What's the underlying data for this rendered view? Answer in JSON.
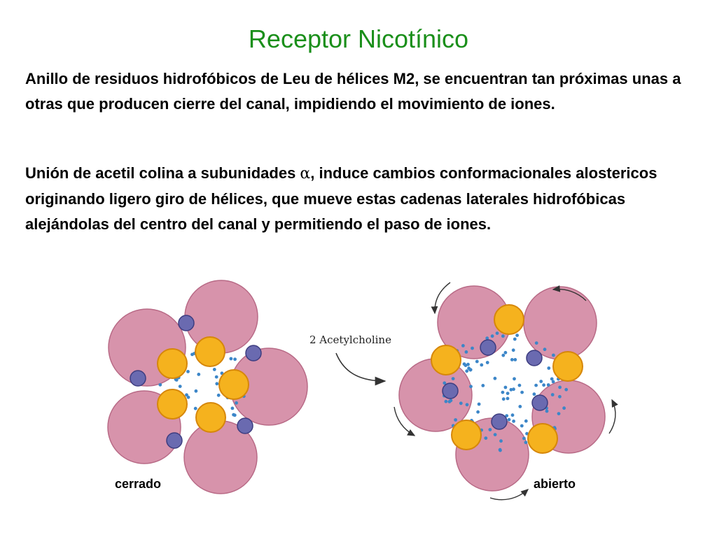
{
  "slide": {
    "title": "Receptor Nicotínico",
    "paragraph1": "Anillo de residuos hidrofóbicos de Leu de  hélices M2,  se encuentran tan próximas unas a otras que producen cierre del canal, impidiendo el movimiento de iones.",
    "paragraph2_before": "Unión de  acetil colina a subunidades ",
    "paragraph2_symbol": "α",
    "paragraph2_after": ", induce cambios conformacionales alostericos  originando ligero giro de  hélices, que mueve estas cadenas laterales hidrofóbicas alejándolas del centro del canal y permitiendo el paso de iones."
  },
  "diagram": {
    "transition_label": "2 Acetylcholine",
    "closed_label": "cerrado",
    "open_label": "abierto",
    "colors": {
      "subunit_fill": "#d48aa4",
      "subunit_stroke": "#b86a86",
      "helix_fill": "#f5b21e",
      "helix_stroke": "#d6870a",
      "small_circle_fill": "#6a6ab0",
      "small_circle_stroke": "#3d3d80",
      "ion_dot": "#3c86c8",
      "arrow": "#333333"
    }
  }
}
